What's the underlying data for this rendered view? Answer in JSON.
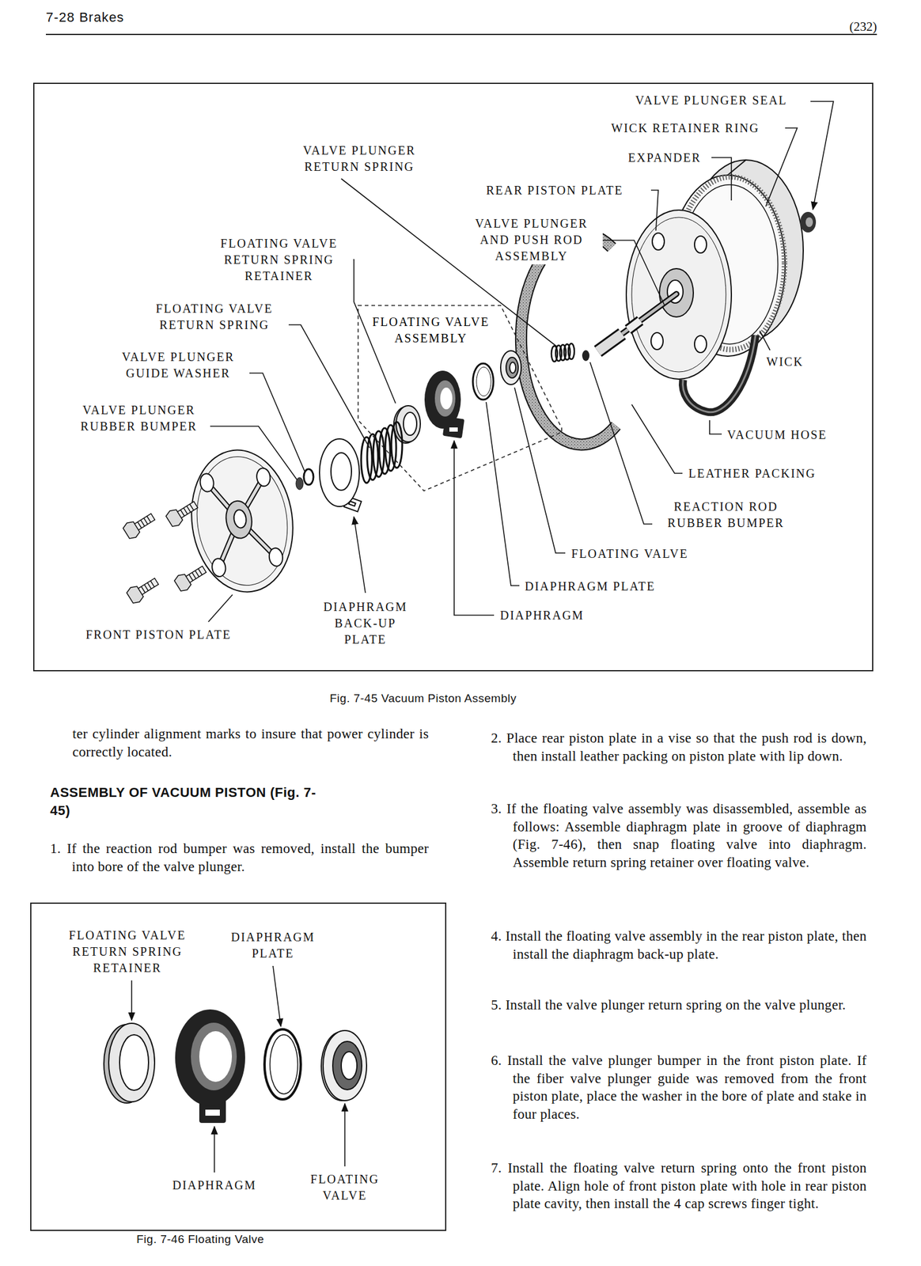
{
  "diagram": {
    "caption": "Fig. 7-45 Vacuum Piston Assembly",
    "nodes": [
      {
        "text": [
          "FLOATING VALVE ASSEMBLY"
        ]
      }
    ],
    "labels": [
      "7-28 Brakes",
      "(232)",
      "VALVE PLUNGER SEAL",
      "WICK RETAINER RING",
      "VALVE PLUNGER RETURN SPRING",
      "EXPANDER",
      "REAR PISTON PLATE",
      "VALVE PLUNGER AND PUSH ROD ASSEMBLY",
      "FLOATING VALVE RETURN SPRING RETAINER",
      "FLOATING VALVE RETURN SPRING",
      "VALVE PLUNGER GUIDE WASHER",
      "WICK",
      "VALVE PLUNGER RUBBER BUMPER",
      "VACUUM HOSE",
      "LEATHER PACKING",
      "REACTION ROD RUBBER BUMPER",
      "FLOATING VALVE",
      "DIAPHRAGM PLATE",
      "DIAPHRAGM BACK-UP PLATE",
      "DIAPHRAGM",
      "FRONT PISTON PLATE",
      "ter cylinder alignment marks to insure that power cylinder is correctly located.",
      "ASSEMBLY OF VACUUM PISTON (Fig. 7-45)",
      "1. If the reaction rod bumper was removed, install the bumper into bore of the valve plunger.",
      "2. Place rear piston plate in a vise so that the push rod is down, then install leather packing on piston plate with lip down.",
      "3. If the floating valve assembly was disassembled, assemble as follows: Assemble diaphragm plate in groove of diaphragm (Fig. 7-46), then snap floating valve into diaphragm. Assemble return spring retainer over floating valve.",
      "4. Install the floating valve assembly in the rear piston plate, then install the diaphragm back-up plate.",
      "5. Install the valve plunger return spring on the valve plunger.",
      "6. Install the valve plunger bumper in the front piston plate. If the fiber valve plunger guide was removed from the front piston plate, place the washer in the bore of plate and stake in four places.",
      "7. Install the floating valve return spring onto the front piston plate. Align hole of front piston plate with hole in rear piston plate cavity, then install the 4 cap screws finger tight.",
      "FLOATING VALVE RETURN SPRING RETAINER",
      "DIAPHRAGM PLATE",
      "DIAPHRAGM",
      "FLOATING VALVE",
      "Fig. 7-46 Floating Valve"
    ]
  }
}
